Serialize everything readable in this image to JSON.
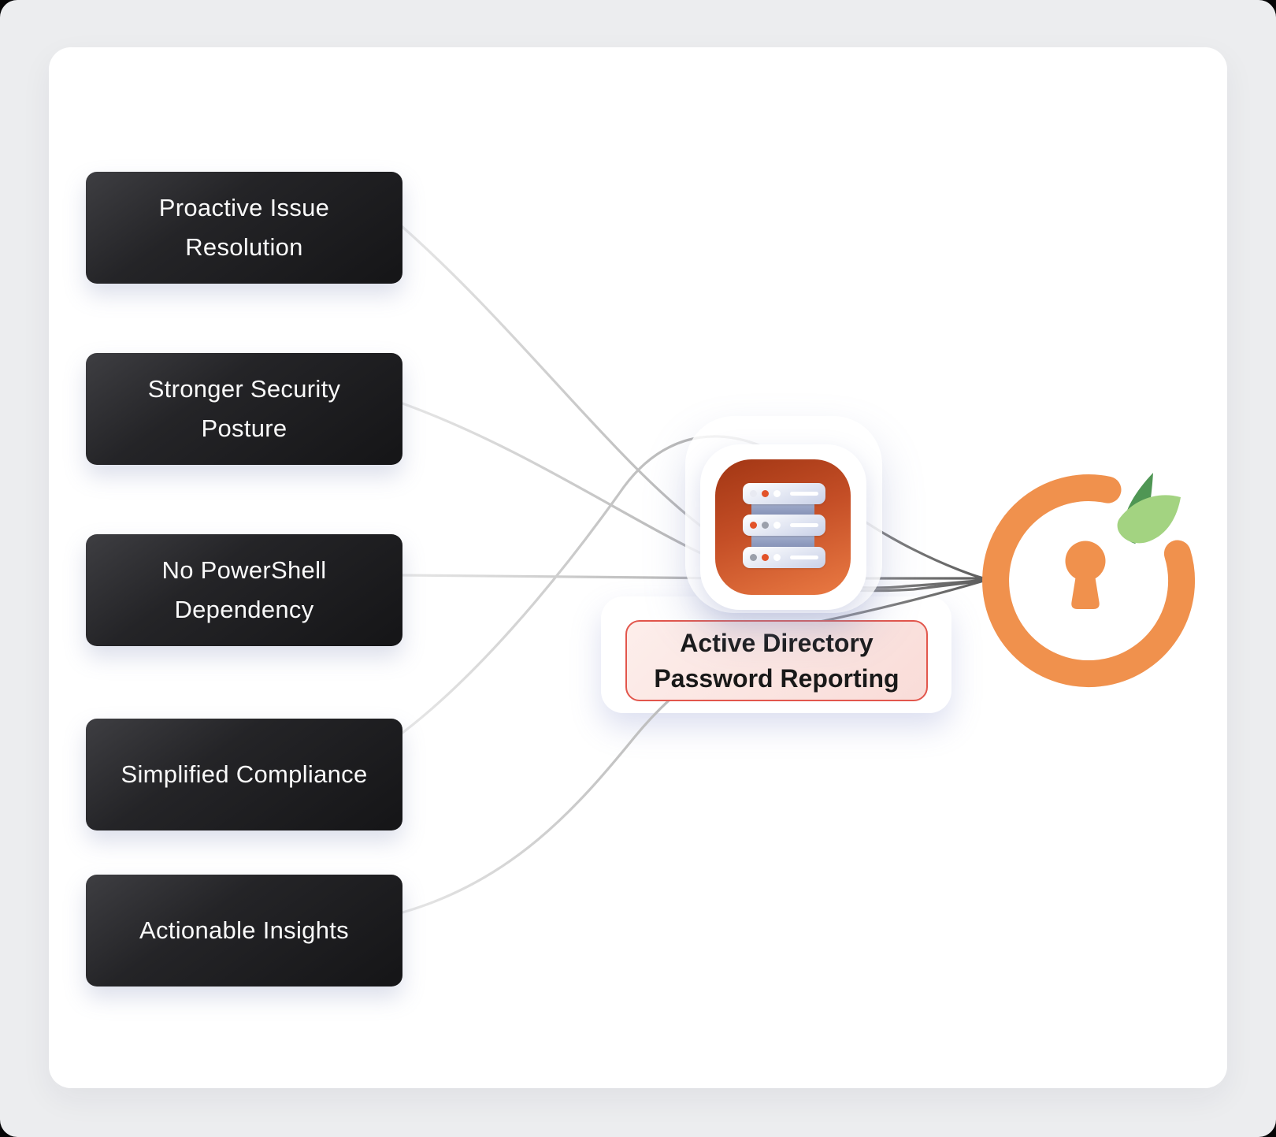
{
  "diagram": {
    "benefits": [
      {
        "label": "Proactive Issue Resolution"
      },
      {
        "label": "Stronger Security Posture"
      },
      {
        "label": "No PowerShell Dependency"
      },
      {
        "label": "Simplified Compliance"
      },
      {
        "label": "Actionable Insights"
      }
    ],
    "center_label": {
      "line1": "Active Directory",
      "line2": "Password Reporting"
    },
    "icons": {
      "center": "server-stack-icon",
      "right": "orange-keyhole-leaf-logo"
    },
    "colors": {
      "accent_orange": "#F0914D",
      "icon_gradient_top": "#A23614",
      "icon_gradient_bottom": "#EA7A43",
      "label_border": "#E2564C",
      "label_background": "#FBE3E0",
      "benefit_box": "#1C1C1E",
      "connector_gray": "#8A8A8A",
      "leaf_dark": "#4F9654",
      "leaf_light": "#A3D381",
      "page_background": "#ECEDEF",
      "card_background": "#FFFFFF"
    }
  }
}
